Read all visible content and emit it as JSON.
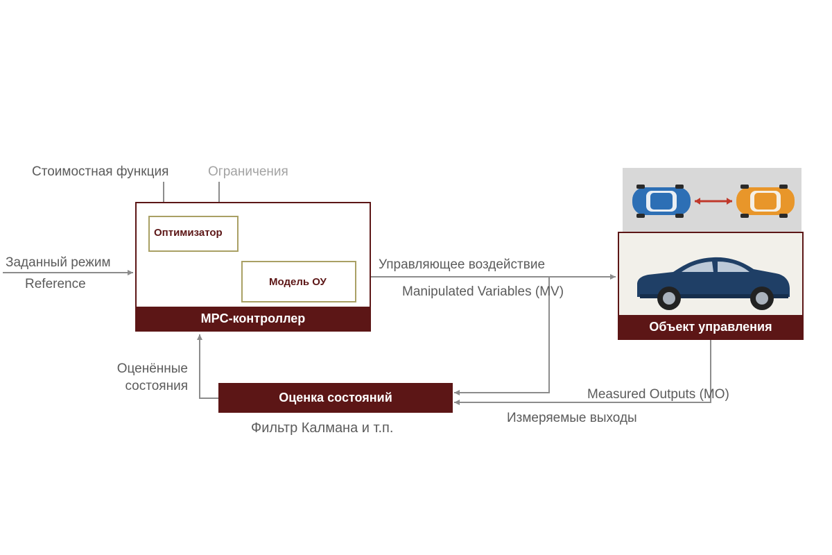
{
  "inputs": {
    "cost_function": "Стоимостная функция",
    "constraints": "Ограничения",
    "setpoint": "Заданный режим",
    "reference": "Reference"
  },
  "controller": {
    "title": "MPC-контроллер",
    "optimizer": "Оптимизатор",
    "model": "Модель ОУ"
  },
  "signals": {
    "control_action": "Управляющее воздействие",
    "manipulated_variables": "Manipulated Variables (MV)",
    "estimated_states": "Оценённые\nсостояния",
    "measured_outputs_en": "Measured Outputs (MO)",
    "measured_outputs_ru": "Измеряемые выходы"
  },
  "plant": {
    "title": "Объект управления"
  },
  "estimator": {
    "title": "Оценка состояний",
    "subtitle": "Фильтр Калмана и т.п."
  },
  "colors": {
    "accent_dark_red": "#5c1616",
    "inner_border": "#a9a064",
    "line_gray": "#8c8c8c",
    "car_blue": "#2d6fb5",
    "car_orange": "#e8962a",
    "car_navy": "#1f3f66",
    "distance_arrow": "#c0392b"
  }
}
